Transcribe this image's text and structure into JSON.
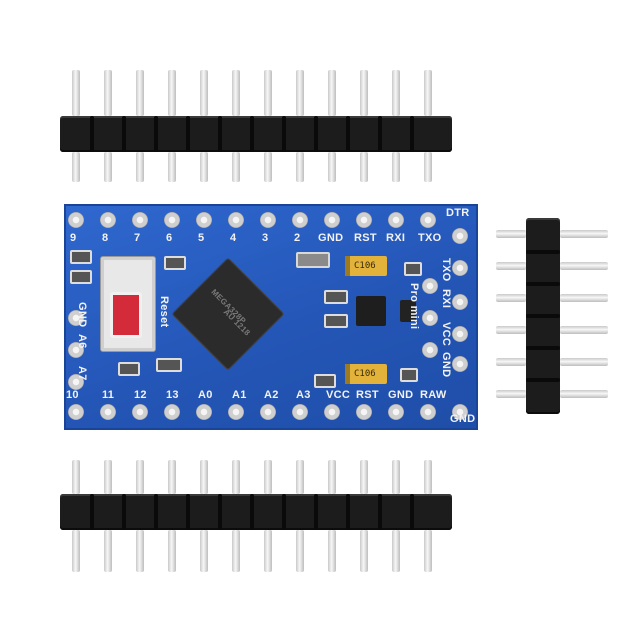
{
  "top_row_labels": [
    "9",
    "8",
    "7",
    "6",
    "5",
    "4",
    "3",
    "2",
    "GND",
    "RST",
    "RXI",
    "TXO",
    "DTR"
  ],
  "bottom_row_labels": [
    "10",
    "11",
    "12",
    "13",
    "A0",
    "A1",
    "A2",
    "A3",
    "VCC",
    "RST",
    "GND",
    "RAW",
    "GND"
  ],
  "right_side_labels": [
    "TXO",
    "RXI",
    "VCC",
    "GND"
  ],
  "left_side_labels": [
    "GND",
    "A6",
    "A7"
  ],
  "center_labels": [
    "Pro mini",
    "Reset"
  ],
  "chip_marking": [
    "MEGA328P",
    "AU 1218"
  ],
  "tant_top": "C106",
  "tant_bottom": "C106",
  "colors": {
    "board": "#2456b7",
    "pad": "#cfcfcf",
    "header": "#1c1c1c",
    "button": "#d42b3b",
    "tantalum": "#e2b23a"
  },
  "icons": [
    "reset-button",
    "microcontroller-chip",
    "pin-header"
  ]
}
